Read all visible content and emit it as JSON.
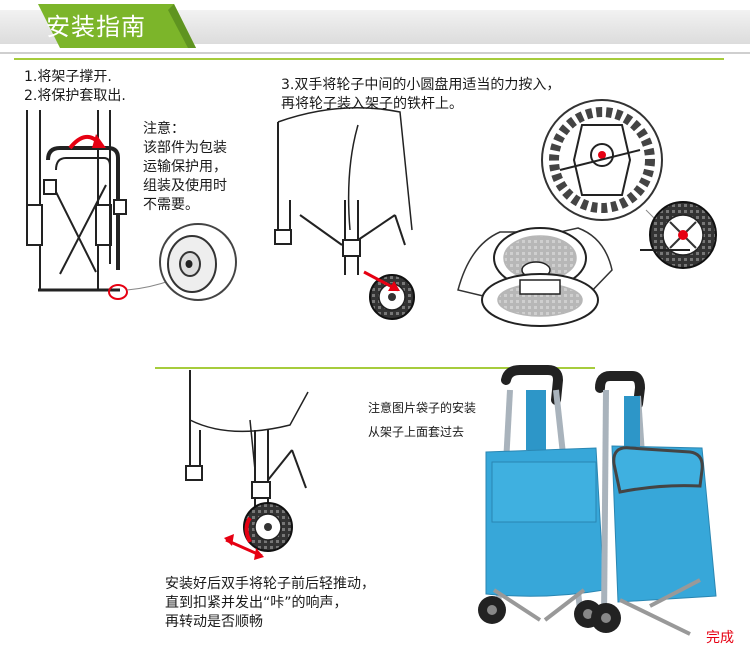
{
  "header": {
    "title": "安装指南"
  },
  "steps": {
    "step1": [
      "1.将架子撑开.",
      "2.将保护套取出."
    ],
    "note": [
      "注意：",
      "该部件为包装",
      "运输保护用，",
      "组装及使用时",
      "不需要。"
    ],
    "step3": [
      "3.双手将轮子中间的小圆盘用适当的力按入，",
      "再将轮子装入架子的铁杆上。"
    ],
    "bag_note": [
      "注意图片袋子的安装",
      "从架子上面套过去"
    ],
    "final": [
      "安装好后双手将轮子前后轻推动，",
      "直到扣紧并发出“咔”的响声，",
      "再转动是否顺畅"
    ],
    "done": "完成"
  },
  "colors": {
    "accent_green": "#a6cc3c",
    "header_green": "#7cb52a",
    "arrow_red": "#e60012",
    "bag_blue": "#37a7d9",
    "text": "#1a1a1a"
  }
}
